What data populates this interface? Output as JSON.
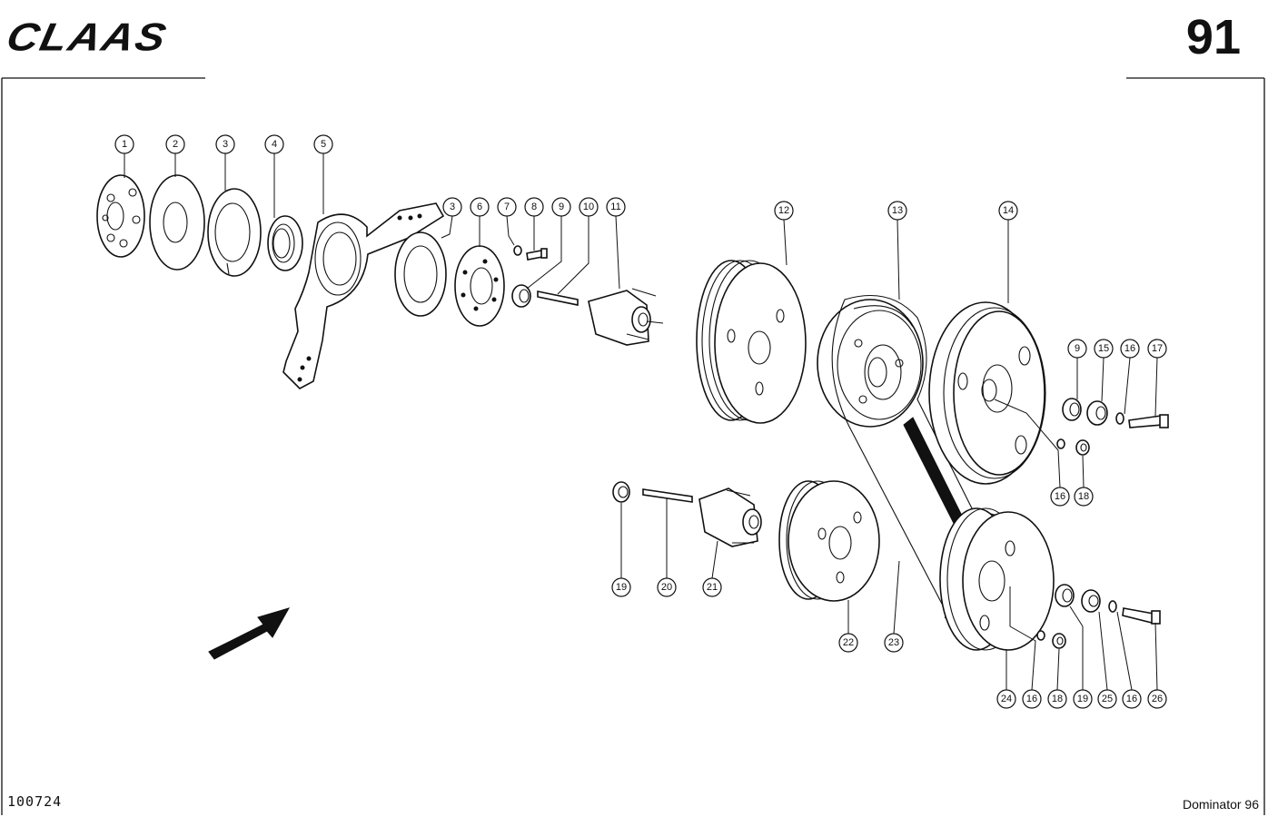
{
  "header": {
    "brand": "CLAAS",
    "page_number": "91"
  },
  "footer": {
    "drawing_number": "100724",
    "model": "Dominator 96"
  },
  "callouts": [
    {
      "id": "c1",
      "label": "1"
    },
    {
      "id": "c2",
      "label": "2"
    },
    {
      "id": "c3a",
      "label": "3"
    },
    {
      "id": "c4",
      "label": "4"
    },
    {
      "id": "c5",
      "label": "5"
    },
    {
      "id": "c3b",
      "label": "3"
    },
    {
      "id": "c6",
      "label": "6"
    },
    {
      "id": "c7",
      "label": "7"
    },
    {
      "id": "c8",
      "label": "8"
    },
    {
      "id": "c9a",
      "label": "9"
    },
    {
      "id": "c10",
      "label": "10"
    },
    {
      "id": "c11",
      "label": "11"
    },
    {
      "id": "c12",
      "label": "12"
    },
    {
      "id": "c13",
      "label": "13"
    },
    {
      "id": "c14",
      "label": "14"
    },
    {
      "id": "c9b",
      "label": "9"
    },
    {
      "id": "c15",
      "label": "15"
    },
    {
      "id": "c16a",
      "label": "16"
    },
    {
      "id": "c17",
      "label": "17"
    },
    {
      "id": "c16b",
      "label": "16"
    },
    {
      "id": "c18a",
      "label": "18"
    },
    {
      "id": "c19a",
      "label": "19"
    },
    {
      "id": "c20",
      "label": "20"
    },
    {
      "id": "c21",
      "label": "21"
    },
    {
      "id": "c22",
      "label": "22"
    },
    {
      "id": "c23",
      "label": "23"
    },
    {
      "id": "c24",
      "label": "24"
    },
    {
      "id": "c16c",
      "label": "16"
    },
    {
      "id": "c18b",
      "label": "18"
    },
    {
      "id": "c19b",
      "label": "19"
    },
    {
      "id": "c25",
      "label": "25"
    },
    {
      "id": "c16d",
      "label": "16"
    },
    {
      "id": "c26",
      "label": "26"
    }
  ]
}
